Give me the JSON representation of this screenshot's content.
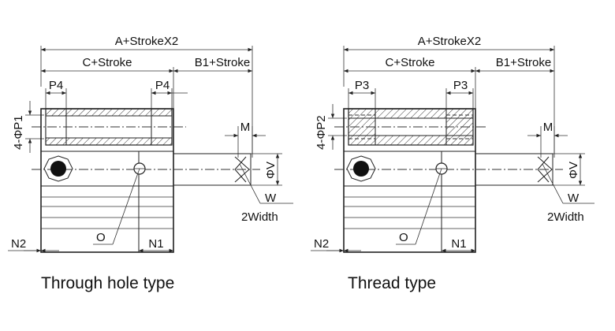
{
  "diagrams": [
    {
      "caption": "Through hole type",
      "labels": {
        "overall": "A+StrokeX2",
        "body": "C+Stroke",
        "rod": "B1+Stroke",
        "pitch_left": "P4",
        "pitch_right": "P4",
        "hole_dia": "4-ΦP1",
        "rod_dia": "ΦV",
        "flat": "M",
        "wrench": "W",
        "width": "2Width",
        "bottom_left": "N2",
        "bottom_right": "N1",
        "port": "O"
      }
    },
    {
      "caption": "Thread type",
      "labels": {
        "overall": "A+StrokeX2",
        "body": "C+Stroke",
        "rod": "B1+Stroke",
        "pitch_left": "P3",
        "pitch_right": "P3",
        "hole_dia": "4-ΦP2",
        "rod_dia": "ΦV",
        "flat": "M",
        "wrench": "W",
        "width": "2Width",
        "bottom_left": "N2",
        "bottom_right": "N1",
        "port": "O"
      }
    }
  ]
}
